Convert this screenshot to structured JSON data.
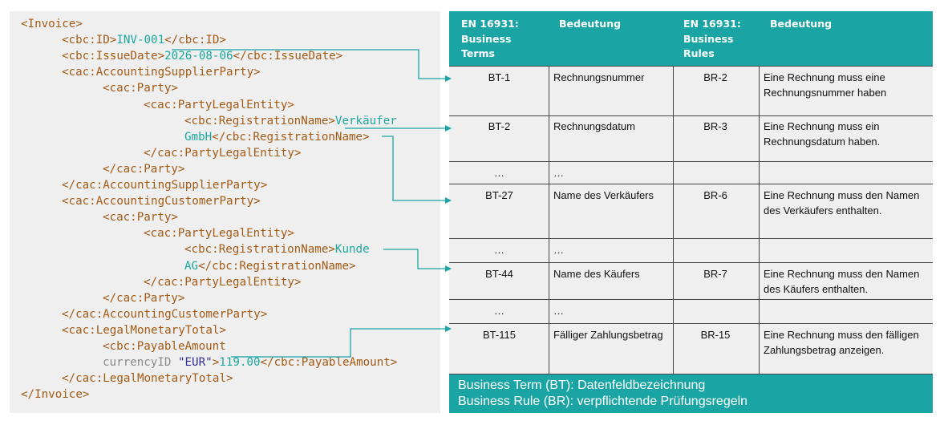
{
  "code": {
    "lines": [
      {
        "parts": [
          {
            "t": "<Invoice>",
            "c": "tag"
          }
        ]
      },
      {
        "parts": [
          {
            "t": "<cbc:ID>",
            "c": "tag"
          },
          {
            "t": "INV-001",
            "c": "val"
          },
          {
            "t": "</cbc:ID>",
            "c": "tag"
          }
        ]
      },
      {
        "parts": [
          {
            "t": "<cbc:IssueDate>",
            "c": "tag"
          },
          {
            "t": "2026-08-06",
            "c": "val"
          },
          {
            "t": "</cbc:IssueDate>",
            "c": "tag"
          }
        ]
      },
      {
        "parts": [
          {
            "t": "<cac:AccountingSupplierParty>",
            "c": "tag"
          }
        ]
      },
      {
        "parts": [
          {
            "t": "<cac:Party>",
            "c": "tag"
          }
        ]
      },
      {
        "parts": [
          {
            "t": "<cac:PartyLegalEntity>",
            "c": "tag"
          }
        ]
      },
      {
        "parts": [
          {
            "t": "<cbc:RegistrationName>",
            "c": "tag"
          },
          {
            "t": "Verkäufer",
            "c": "val"
          }
        ]
      },
      {
        "parts": [
          {
            "t": "GmbH",
            "c": "val"
          },
          {
            "t": "</cbc:RegistrationName>",
            "c": "tag"
          }
        ]
      },
      {
        "parts": [
          {
            "t": "</cac:PartyLegalEntity>",
            "c": "tag"
          }
        ]
      },
      {
        "parts": [
          {
            "t": "</cac:Party>",
            "c": "tag"
          }
        ]
      },
      {
        "parts": [
          {
            "t": "</cac:AccountingSupplierParty>",
            "c": "tag"
          }
        ]
      },
      {
        "parts": [
          {
            "t": "<cac:AccountingCustomerParty>",
            "c": "tag"
          }
        ]
      },
      {
        "parts": [
          {
            "t": "<cac:Party>",
            "c": "tag"
          }
        ]
      },
      {
        "parts": [
          {
            "t": "<cac:PartyLegalEntity>",
            "c": "tag"
          }
        ]
      },
      {
        "parts": [
          {
            "t": "<cbc:RegistrationName>",
            "c": "tag"
          },
          {
            "t": "Kunde",
            "c": "val"
          }
        ]
      },
      {
        "parts": [
          {
            "t": "AG",
            "c": "val"
          },
          {
            "t": "</cbc:RegistrationName>",
            "c": "tag"
          }
        ]
      },
      {
        "parts": [
          {
            "t": "</cac:PartyLegalEntity>",
            "c": "tag"
          }
        ]
      },
      {
        "parts": [
          {
            "t": "</cac:Party>",
            "c": "tag"
          }
        ]
      },
      {
        "parts": [
          {
            "t": "</cac:AccountingCustomerParty>",
            "c": "tag"
          }
        ]
      },
      {
        "parts": [
          {
            "t": "<cac:LegalMonetaryTotal>",
            "c": "tag"
          }
        ]
      },
      {
        "parts": [
          {
            "t": "<cbc:PayableAmount",
            "c": "tag"
          }
        ]
      },
      {
        "parts": [
          {
            "t": "currencyID ",
            "c": "attr"
          },
          {
            "t": "\"EUR\"",
            "c": "str"
          },
          {
            "t": ">",
            "c": "tag"
          },
          {
            "t": "119.00",
            "c": "val"
          },
          {
            "t": "</cbc:PayableAmount>",
            "c": "tag"
          }
        ]
      },
      {
        "parts": [
          {
            "t": "</cac:LegalMonetaryTotal>",
            "c": "tag"
          }
        ]
      },
      {
        "parts": [
          {
            "t": "</Invoice>",
            "c": "tag"
          }
        ]
      }
    ]
  },
  "table": {
    "headers": [
      "EN 16931:\nBusiness\nTerms",
      "Bedeutung",
      "EN 16931:\nBusiness\nRules",
      "Bedeutung"
    ],
    "rows": [
      {
        "bt": "BT-1",
        "meaning": "Rechnungsnummer",
        "br": "BR-2",
        "rule": "Eine Rechnung muss eine Rechnungsnummer haben"
      },
      {
        "bt": "BT-2",
        "meaning": "Rechnungsdatum",
        "br": "BR-3",
        "rule": "Eine Rechnung muss ein Rechnungsdatum haben."
      },
      {
        "bt": "…",
        "meaning": "…",
        "br": "",
        "rule": ""
      },
      {
        "bt": "BT-27",
        "meaning": "Name des Verkäufers",
        "br": "BR-6",
        "rule": "Eine Rechnung muss den Namen des Verkäufers enthalten."
      },
      {
        "bt": "…",
        "meaning": "…",
        "br": "",
        "rule": ""
      },
      {
        "bt": "BT-44",
        "meaning": "Name des Käufers",
        "br": "BR-7",
        "rule": "Eine Rechnung muss den Namen des Käufers enthalten."
      },
      {
        "bt": "…",
        "meaning": "…",
        "br": "",
        "rule": ""
      },
      {
        "bt": "BT-115",
        "meaning": "Fälliger Zahlungsbetrag",
        "br": "BR-15",
        "rule": "Eine Rechnung muss den fälligen Zahlungsbetrag anzeigen."
      }
    ],
    "footer": [
      "Business Term (BT): Datenfeldbezeichnung",
      "Business Rule (BR): verpflichtende Prüfungsregeln"
    ]
  },
  "colors": {
    "teal": "#1aa5a4",
    "tag": "#a35a14",
    "value": "#1aa79e",
    "panel": "#efefef"
  }
}
